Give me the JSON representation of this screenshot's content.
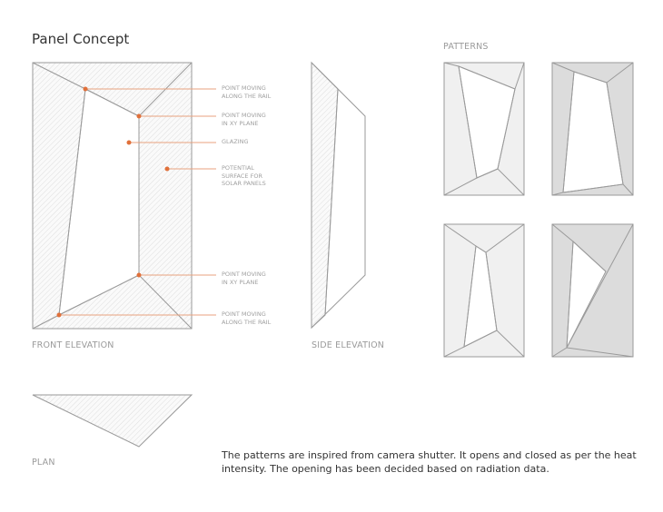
{
  "title": "Panel Concept",
  "front_elevation": {
    "caption": "FRONT ELEVATION",
    "annotations": [
      {
        "label": "POINT MOVING\nALONG THE RAIL"
      },
      {
        "label": "POINT MOVING\nIN XY PLANE"
      },
      {
        "label": "GLAZING"
      },
      {
        "label": "POTENTIAL\nSURFACE FOR\nSOLAR PANELS"
      },
      {
        "label": "POINT MOVING\nIN XY PLANE"
      },
      {
        "label": "POINT MOVING\nALONG THE RAIL"
      }
    ]
  },
  "side_elevation": {
    "caption": "SIDE ELEVATION"
  },
  "plan": {
    "caption": "PLAN"
  },
  "patterns": {
    "heading": "PATTERNS"
  },
  "description": "The patterns are inspired from camera shutter. It opens and closed as per the heat intensity. The opening has been decided based on radiation data.",
  "colors": {
    "accent": "#e0703a",
    "line": "#9a9a9a",
    "fill_light": "#f1f1f1",
    "fill_dark": "#dcdcdc"
  }
}
